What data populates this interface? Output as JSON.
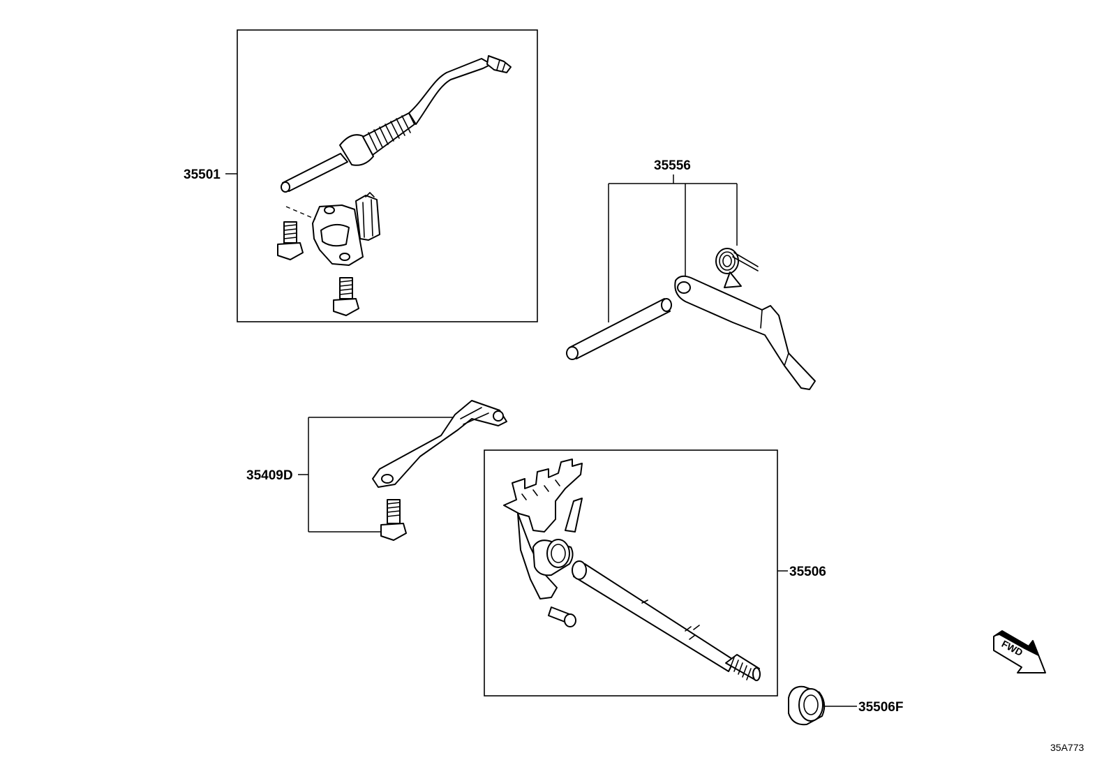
{
  "labels": {
    "p35501": "35501",
    "p35556": "35556",
    "p35409D": "35409D",
    "p35506": "35506",
    "p35506F": "35506F",
    "fwd": "FWD",
    "diagram_code": "35A773"
  }
}
